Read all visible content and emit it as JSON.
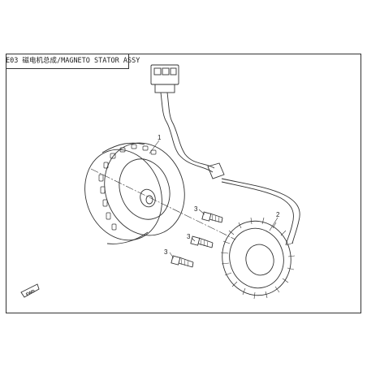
{
  "title": "E03 磁电机总成/MAGNETO STATOR ASSY",
  "callouts": {
    "rotor": "1",
    "stator": "2",
    "bolt_upper": "3",
    "bolt_middle": "3",
    "bolt_lower": "3"
  },
  "fwd_label": "FWD",
  "colors": {
    "line": "#333333",
    "background": "#ffffff"
  }
}
